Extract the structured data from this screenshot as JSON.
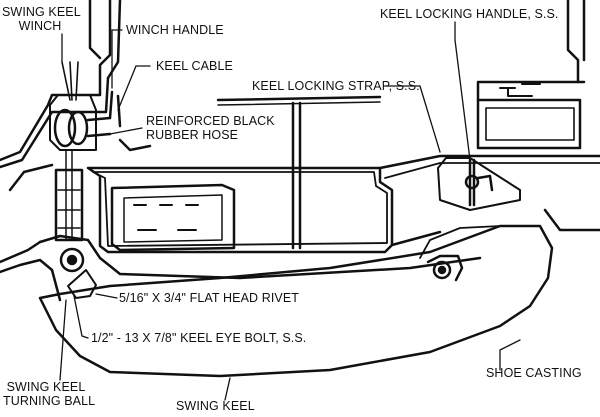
{
  "labels": {
    "swing_keel_winch": [
      "SWING KEEL",
      "WINCH"
    ],
    "winch_handle": "WINCH HANDLE",
    "keel_cable": "KEEL CABLE",
    "reinforced_hose": [
      "REINFORCED BLACK",
      "RUBBER HOSE"
    ],
    "keel_locking_strap": "KEEL LOCKING STRAP, S.S.",
    "keel_locking_handle": "KEEL LOCKING HANDLE, S.S.",
    "flat_head_rivet": "5/16\" X 3/4\" FLAT HEAD RIVET",
    "keel_eye_bolt": "1/2\" - 13 X 7/8\" KEEL EYE BOLT, S.S.",
    "shoe_casting": "SHOE CASTING",
    "swing_keel_turning_ball": [
      "SWING KEEL",
      "TURNING BALL"
    ],
    "swing_keel": "SWING KEEL"
  }
}
